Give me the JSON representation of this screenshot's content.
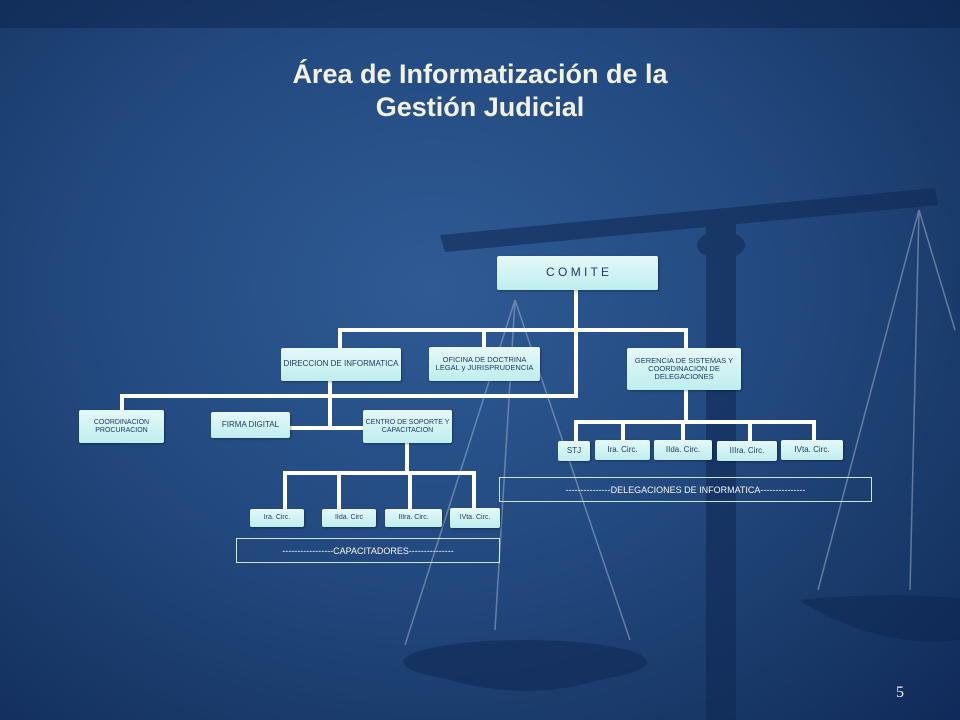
{
  "title": {
    "line1": "Área de Informatización de la",
    "line2": "Gestión Judicial"
  },
  "org": {
    "comite": "C O M I T E",
    "direccion": "DIRECCION DE INFORMATICA",
    "oficina": "OFICINA DE DOCTRINA LEGAL y JURISPRUDENCIA",
    "gerencia": "GERENCIA DE SISTEMAS Y COORDINACION DE DELEGACIONES",
    "coordinacion": "COORDINACION PROCURACION",
    "firma": "FIRMA DIGITAL",
    "centro": "CENTRO DE SOPORTE Y CAPACITACION",
    "cap_1": "Ira. Circ.",
    "cap_2": "IIda. Circ",
    "cap_3": "IIIra. Circ.",
    "cap_4": "IVta. Circ.",
    "del_stj": "STJ",
    "del_1": "Ira. Circ.",
    "del_2": "IIda. Circ.",
    "del_3": "IIIra. Circ.",
    "del_4": "IVta. Circ."
  },
  "notes": {
    "capacitadores": "-----------------CAPACITADORES---------------",
    "delegaciones": "---------------DELEGACIONES DE INFORMATICA---------------"
  },
  "page_number": "5",
  "colors": {
    "background": "#234a80",
    "node_fill": "#d4f3f3",
    "node_text": "#1b3d6b",
    "connector": "#ffffff",
    "title_text": "#f2f2e4"
  }
}
